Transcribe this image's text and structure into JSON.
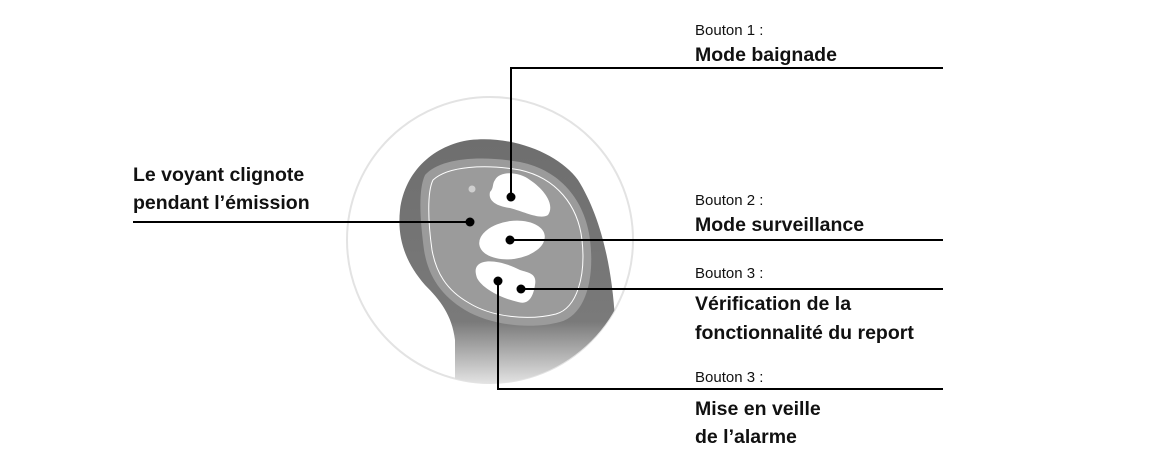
{
  "callouts": {
    "led": {
      "line1": "Le voyant clignote",
      "line2": "pendant l’émission"
    },
    "button1": {
      "label": "Bouton 1 :",
      "title": "Mode baignade"
    },
    "button2": {
      "label": "Bouton 2 :",
      "title": "Mode surveillance"
    },
    "button3a": {
      "label": "Bouton 3 :",
      "line1": "Vérification de la",
      "line2": "fonctionnalité du report"
    },
    "button3b": {
      "label": "Bouton 3 :",
      "line1": "Mise en veille",
      "line2": "de l’alarme"
    }
  },
  "colors": {
    "device_outer": "#7a7a7a",
    "device_inner": "#9a9a9a",
    "circle": "#e3e3e3",
    "lines": "#000000"
  }
}
